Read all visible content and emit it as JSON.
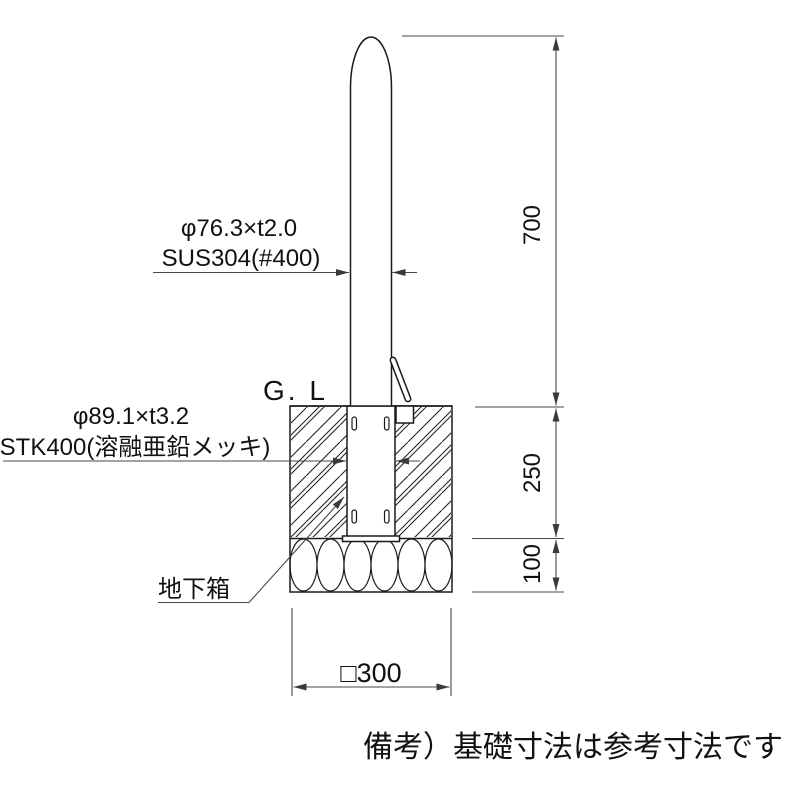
{
  "drawing": {
    "labels": {
      "post_spec_size": "φ76.3×t2.0",
      "post_spec_material": "SUS304(#400)",
      "ground_level": "G. L",
      "sleeve_spec_size": "φ89.1×t3.2",
      "sleeve_spec_material": "STK400(溶融亜鉛メッキ)",
      "underground_box": "地下箱"
    },
    "dimensions": {
      "above_ground_height": "700",
      "embed_depth": "250",
      "gravel_depth": "100",
      "foundation_width": "□300"
    },
    "note": "備考）基礎寸法は参考寸法です",
    "colors": {
      "line": "#1a1a1a",
      "dimension_line": "#474747",
      "background": "#ffffff"
    }
  }
}
